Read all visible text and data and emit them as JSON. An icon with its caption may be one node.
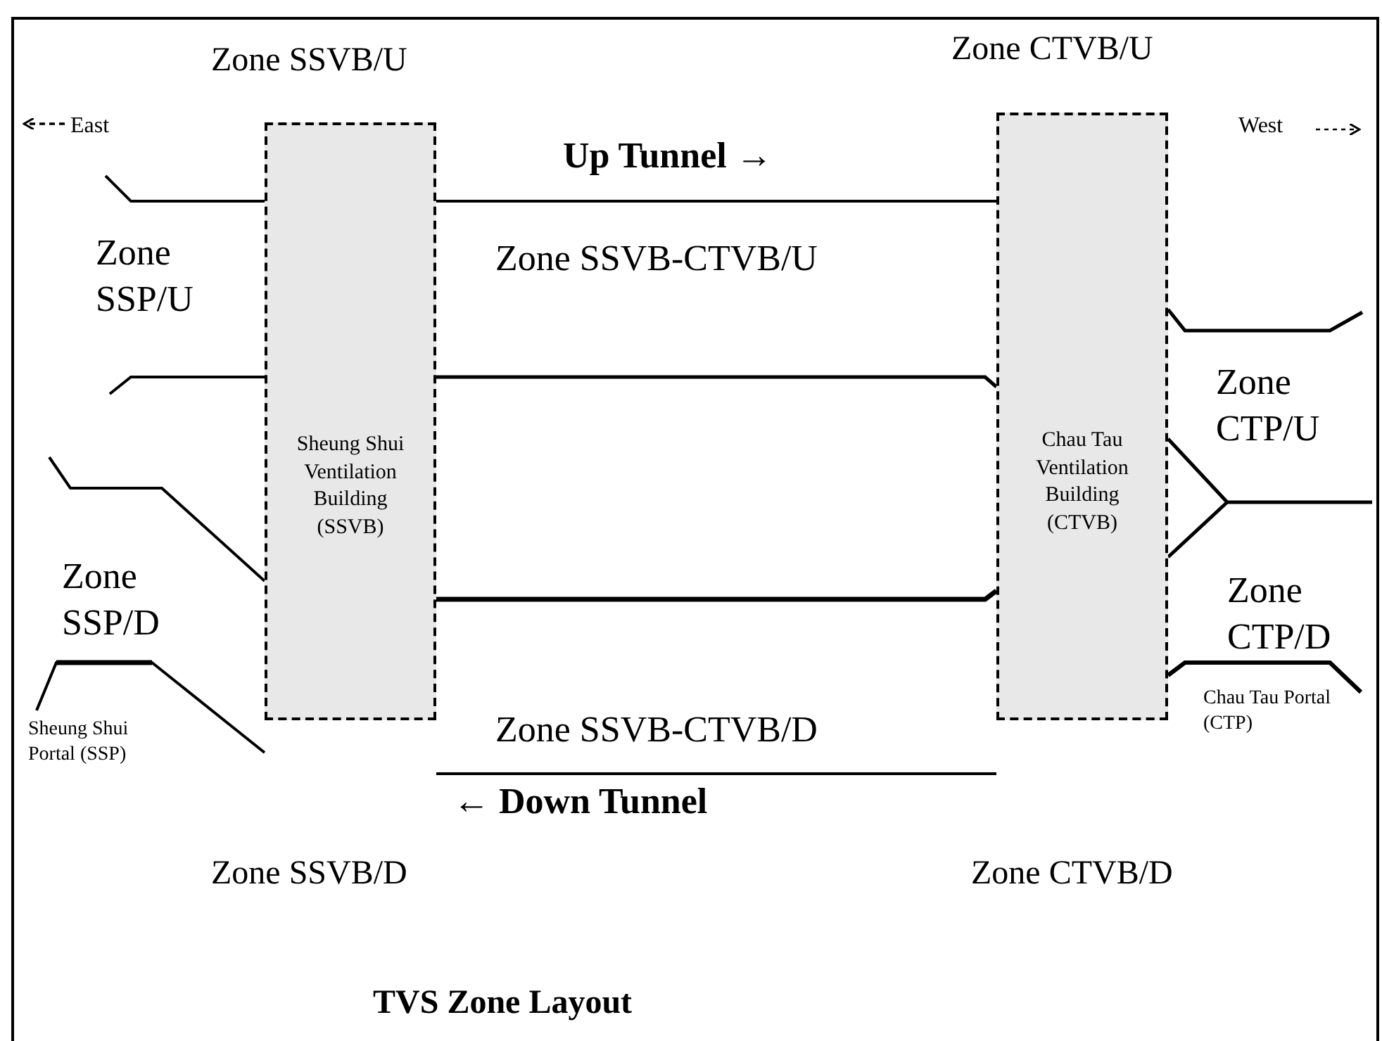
{
  "diagram": {
    "caption": "TVS Zone Layout",
    "nodes": [
      {
        "text": [
          "Sheung Shui Ventilation Building (SSVB)"
        ]
      },
      {
        "text": [
          "Chau Tau Ventilation Building (CTVB)"
        ]
      }
    ],
    "labels": [
      "Zone SSVB/U",
      "Zone CTVB/U",
      "East",
      "Up Tunnel →",
      "West",
      "Zone SSP/U",
      "Zone SSVB-CTVB/U",
      "Zone CTP/U",
      "Zone SSP/D",
      "Zone CTP/D",
      "Zone SSVB-CTVB/D",
      "Sheung Shui Portal (SSP)",
      "Chau Tau Portal (CTP)",
      "← Down Tunnel",
      "Zone SSVB/D",
      "Zone CTVB/D"
    ]
  }
}
